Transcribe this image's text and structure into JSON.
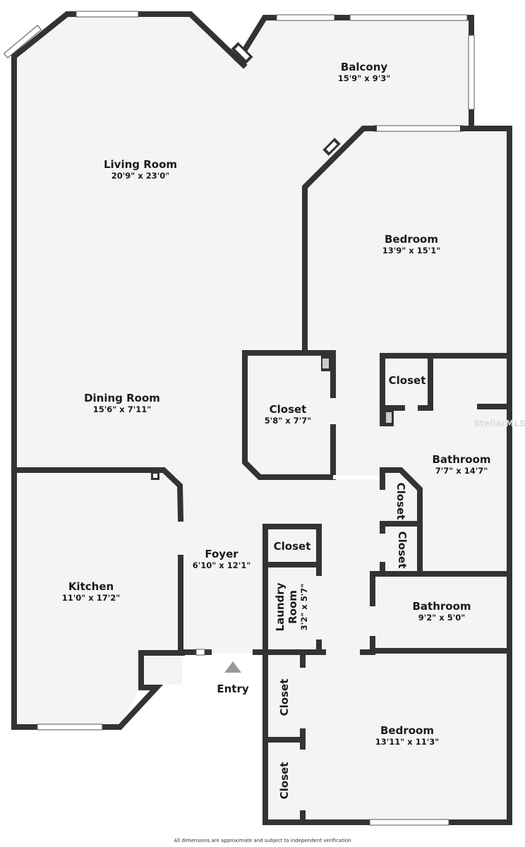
{
  "rooms": {
    "living_room": {
      "name": "Living Room",
      "dims": "20'9\" x 23'0\""
    },
    "balcony": {
      "name": "Balcony",
      "dims": "15'9\" x 9'3\""
    },
    "bedroom_master": {
      "name": "Bedroom",
      "dims": "13'9\" x 15'1\""
    },
    "dining_room": {
      "name": "Dining Room",
      "dims": "15'6\" x 7'11\""
    },
    "walk_in_closet": {
      "name": "Closet",
      "dims": "5'8\" x 7'7\""
    },
    "master_closet": {
      "name": "Closet"
    },
    "master_bathroom": {
      "name": "Bathroom",
      "dims": "7'7\" x 14'7\""
    },
    "hall_closet_1": {
      "name": "Closet"
    },
    "hall_closet_2": {
      "name": "Closet"
    },
    "kitchen": {
      "name": "Kitchen",
      "dims": "11'0\" x 17'2\""
    },
    "foyer": {
      "name": "Foyer",
      "dims": "6'10\" x 12'1\""
    },
    "foyer_closet": {
      "name": "Closet"
    },
    "laundry_room": {
      "name": "Laundry Room",
      "name_line1": "Laundry",
      "name_line2": "Room",
      "dims": "3'2\" x 5'7\""
    },
    "bathroom_2": {
      "name": "Bathroom",
      "dims": "9'2\" x 5'0\""
    },
    "bedroom_2": {
      "name": "Bedroom",
      "dims": "13'11\" x 11'3\""
    },
    "bedroom2_closet_1": {
      "name": "Closet"
    },
    "bedroom2_closet_2": {
      "name": "Closet"
    }
  },
  "entry": {
    "label": "Entry"
  },
  "footer": {
    "disclaimer": "All dimensions are approximate and subject to independent verification"
  },
  "watermark": {
    "text": "StellarMLS"
  },
  "colors": {
    "wall": "#333333",
    "floor": "#f4f4f4",
    "entry_arrow": "#999999"
  }
}
